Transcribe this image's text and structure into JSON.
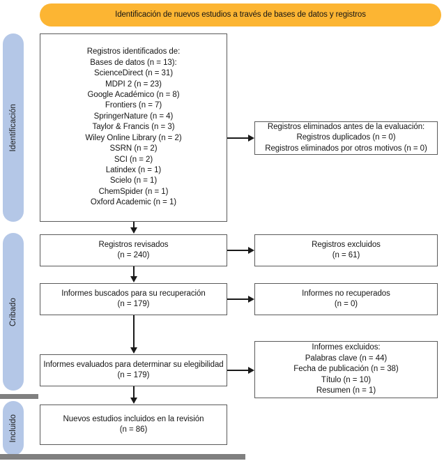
{
  "banner": {
    "title": "Identificación de nuevos estudios a través de bases de datos y registros",
    "color": "#fcb533"
  },
  "stages": {
    "color": "#b4c7e7",
    "identification": "Identificación",
    "screening": "Cribado",
    "included": "Incluido"
  },
  "boxes": {
    "records_identified": {
      "lines": [
        "Registros identificados de:",
        "Bases de datos (n = 13):",
        "ScienceDirect (n = 31)",
        "MDPI 2 (n = 23)",
        "Google Académico (n = 8)",
        "Frontiers (n = 7)",
        "SpringerNature (n = 4)",
        "Taylor & Francis (n = 3)",
        "Wiley Online Library (n = 2)",
        "SSRN (n = 2)",
        "SCI (n = 2)",
        "Latindex (n = 1)",
        "Scielo (n = 1)",
        "ChemSpider (n = 1)",
        "Oxford Academic (n = 1)"
      ]
    },
    "records_removed": {
      "lines": [
        "Registros eliminados antes de la evaluación:",
        "Registros duplicados (n = 0)",
        "Registros eliminados por otros motivos (n = 0)"
      ]
    },
    "records_screened": {
      "lines": [
        "Registros revisados",
        "(n = 240)"
      ]
    },
    "records_excluded": {
      "lines": [
        "Registros excluidos",
        "(n = 61)"
      ]
    },
    "reports_sought": {
      "lines": [
        "Informes buscados para su recuperación",
        "(n = 179)"
      ]
    },
    "reports_not_retrieved": {
      "lines": [
        "Informes no recuperados",
        "(n = 0)"
      ]
    },
    "reports_assessed": {
      "lines": [
        "Informes evaluados para determinar su elegibilidad",
        "(n = 179)"
      ]
    },
    "reports_excluded": {
      "lines": [
        "Informes excluidos:",
        "Palabras clave (n = 44)",
        "Fecha de publicación (n = 38)",
        "Título (n = 10)",
        "Resumen (n = 1)"
      ]
    },
    "studies_included": {
      "lines": [
        "Nuevos estudios incluidos en la revisión",
        "(n = 86)"
      ]
    }
  },
  "chart_data": {
    "type": "diagram",
    "title": "Identificación de nuevos estudios a través de bases de datos y registros",
    "flow": [
      {
        "stage": "Identificación",
        "node": "Registros identificados de bases de datos",
        "n": 13,
        "sources": [
          {
            "name": "ScienceDirect",
            "n": 31
          },
          {
            "name": "MDPI 2",
            "n": 23
          },
          {
            "name": "Google Académico",
            "n": 8
          },
          {
            "name": "Frontiers",
            "n": 7
          },
          {
            "name": "SpringerNature",
            "n": 4
          },
          {
            "name": "Taylor & Francis",
            "n": 3
          },
          {
            "name": "Wiley Online Library",
            "n": 2
          },
          {
            "name": "SSRN",
            "n": 2
          },
          {
            "name": "SCI",
            "n": 2
          },
          {
            "name": "Latindex",
            "n": 1
          },
          {
            "name": "Scielo",
            "n": 1
          },
          {
            "name": "ChemSpider",
            "n": 1
          },
          {
            "name": "Oxford Academic",
            "n": 1
          }
        ]
      },
      {
        "stage": "Identificación",
        "node": "Registros duplicados",
        "n": 0
      },
      {
        "stage": "Identificación",
        "node": "Registros eliminados por otros motivos",
        "n": 0
      },
      {
        "stage": "Cribado",
        "node": "Registros revisados",
        "n": 240
      },
      {
        "stage": "Cribado",
        "node": "Registros excluidos",
        "n": 61
      },
      {
        "stage": "Cribado",
        "node": "Informes buscados para su recuperación",
        "n": 179
      },
      {
        "stage": "Cribado",
        "node": "Informes no recuperados",
        "n": 0
      },
      {
        "stage": "Cribado",
        "node": "Informes evaluados para determinar su elegibilidad",
        "n": 179
      },
      {
        "stage": "Cribado",
        "node": "Informes excluidos - Palabras clave",
        "n": 44
      },
      {
        "stage": "Cribado",
        "node": "Informes excluidos - Fecha de publicación",
        "n": 38
      },
      {
        "stage": "Cribado",
        "node": "Informes excluidos - Título",
        "n": 10
      },
      {
        "stage": "Cribado",
        "node": "Informes excluidos - Resumen",
        "n": 1
      },
      {
        "stage": "Incluido",
        "node": "Nuevos estudios incluidos en la revisión",
        "n": 86
      }
    ]
  }
}
